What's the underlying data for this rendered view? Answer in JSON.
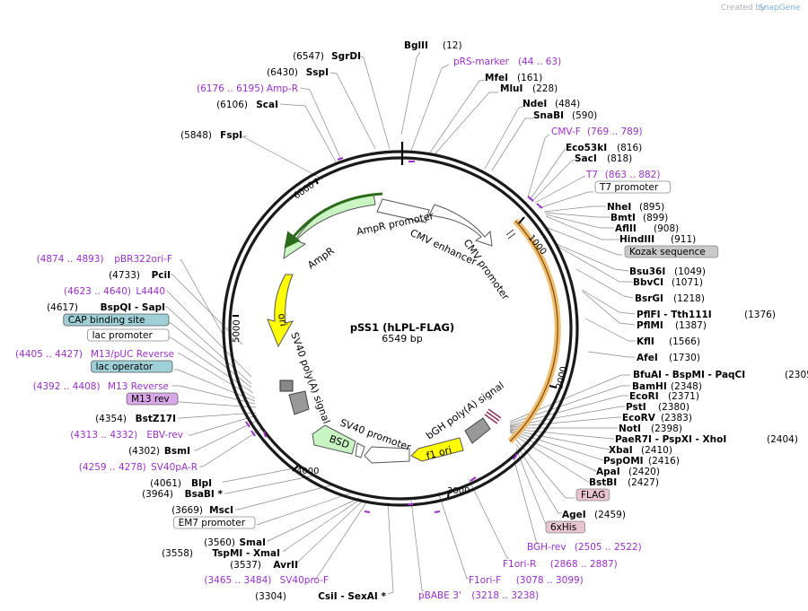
{
  "credit": {
    "prefix": "Created by",
    "brand": "SnapGene"
  },
  "plasmid": {
    "name": "pSS1 (hLPL-FLAG)",
    "size": "6549 bp"
  },
  "ticks": [
    "1000",
    "2000",
    "3000",
    "4000",
    "5000",
    "6000"
  ],
  "features": {
    "ampr_promoter": "AmpR promoter",
    "ampr": "AmpR",
    "ori": "ori",
    "cmv_enhancer": "CMV enhancer",
    "cmv_promoter": "CMV promoter",
    "sv40_polya": "SV40 poly(A) signal",
    "sv40_promoter": "SV40 promoter",
    "bsd": "BSD",
    "bgh_polya": "bGH poly(A) signal",
    "f1_ori": "f1 ori"
  },
  "right_labels": [
    {
      "id": "bglii",
      "name": "BglII",
      "coord": "(12)"
    },
    {
      "id": "prs",
      "name": "pRS-marker",
      "coord": "(44 .. 63)",
      "primer": true
    },
    {
      "id": "mfei",
      "name": "MfeI",
      "coord": "(161)"
    },
    {
      "id": "mlui",
      "name": "MluI",
      "coord": "(228)"
    },
    {
      "id": "ndei",
      "name": "NdeI",
      "coord": "(484)"
    },
    {
      "id": "snabi",
      "name": "SnaBI",
      "coord": "(590)"
    },
    {
      "id": "cmvf",
      "name": "CMV-F",
      "coord": "(769 .. 789)",
      "primer": true
    },
    {
      "id": "eco53ki",
      "name": "Eco53kI",
      "coord": "(816)"
    },
    {
      "id": "saci",
      "name": "SacI",
      "coord": "(818)"
    },
    {
      "id": "t7",
      "name": "T7",
      "coord": "(863 .. 882)",
      "primer": true
    },
    {
      "id": "t7prom",
      "name": "T7 promoter",
      "box": "white"
    },
    {
      "id": "nhei",
      "name": "NheI",
      "coord": "(895)"
    },
    {
      "id": "bmti",
      "name": "BmtI",
      "coord": "(899)"
    },
    {
      "id": "aflii",
      "name": "AflII",
      "coord": "(908)"
    },
    {
      "id": "hindiii",
      "name": "HindIII",
      "coord": "(911)"
    },
    {
      "id": "kozak",
      "name": "Kozak sequence",
      "box": "grey"
    },
    {
      "id": "bsu36i",
      "name": "Bsu36I",
      "coord": "(1049)"
    },
    {
      "id": "bbvci",
      "name": "BbvCI",
      "coord": "(1071)"
    },
    {
      "id": "bsrgi",
      "name": "BsrGI",
      "coord": "(1218)"
    },
    {
      "id": "pflfi",
      "name": "PflFI  - Tth111I",
      "coord": "(1376)"
    },
    {
      "id": "pflmi",
      "name": "PflMI",
      "coord": "(1387)"
    },
    {
      "id": "kfli",
      "name": "KflI",
      "coord": "(1566)"
    },
    {
      "id": "afei",
      "name": "AfeI",
      "coord": "(1730)"
    },
    {
      "id": "bfuai",
      "name": "BfuAI  - BspMI  - PaqCI",
      "coord": "(2305)"
    },
    {
      "id": "bamhi",
      "name": "BamHI",
      "coord": "(2348)"
    },
    {
      "id": "ecori",
      "name": "EcoRI",
      "coord": "(2371)"
    },
    {
      "id": "psti",
      "name": "PstI",
      "coord": "(2380)"
    },
    {
      "id": "ecorv",
      "name": "EcoRV",
      "coord": "(2383)"
    },
    {
      "id": "noti",
      "name": "NotI",
      "coord": "(2398)"
    },
    {
      "id": "paer7i",
      "name": "PaeR7I  - PspXI  - XhoI",
      "coord": "(2404)"
    },
    {
      "id": "xbai",
      "name": "XbaI",
      "coord": "(2410)"
    },
    {
      "id": "pspomi",
      "name": "PspOMI",
      "coord": "(2416)"
    },
    {
      "id": "apai",
      "name": "ApaI",
      "coord": "(2420)"
    },
    {
      "id": "bstbi",
      "name": "BstBI",
      "coord": "(2427)"
    },
    {
      "id": "flag",
      "name": "FLAG",
      "box": "pink"
    },
    {
      "id": "agei",
      "name": "AgeI",
      "coord": "(2459)"
    },
    {
      "id": "his",
      "name": "6xHis",
      "box": "pink"
    },
    {
      "id": "bghrev",
      "name": "BGH-rev",
      "coord": "(2505 .. 2522)",
      "primer": true
    },
    {
      "id": "f1orir",
      "name": "F1ori-R",
      "coord": "(2868 .. 2887)",
      "primer": true
    },
    {
      "id": "f1orif",
      "name": "F1ori-F",
      "coord": "(3078 .. 3099)",
      "primer": true
    },
    {
      "id": "pbabe",
      "name": "pBABE 3'",
      "coord": "(3218 .. 3238)",
      "primer": true
    }
  ],
  "left_labels": [
    {
      "id": "sgrdi",
      "name": "SgrDI",
      "coord": "(6547)"
    },
    {
      "id": "sspi",
      "name": "SspI",
      "coord": "(6430)"
    },
    {
      "id": "ampr_p",
      "name": "Amp-R",
      "coord": "(6176 .. 6195)",
      "primer": true
    },
    {
      "id": "scai",
      "name": "ScaI",
      "coord": "(6106)"
    },
    {
      "id": "fspi",
      "name": "FspI",
      "coord": "(5848)"
    },
    {
      "id": "pbr",
      "name": "pBR322ori-F",
      "coord": "(4874 .. 4893)",
      "primer": true
    },
    {
      "id": "pcii",
      "name": "PciI",
      "coord": "(4733)"
    },
    {
      "id": "l4440",
      "name": "L4440",
      "coord": "(4623 .. 4640)",
      "primer": true
    },
    {
      "id": "bspqi",
      "name": "BspQI  - SapI",
      "coord": "(4617)"
    },
    {
      "id": "cap",
      "name": "CAP binding site",
      "box": "teal"
    },
    {
      "id": "lacprom",
      "name": "lac promoter",
      "box": "white"
    },
    {
      "id": "m13puc",
      "name": "M13/pUC Reverse",
      "coord": "(4405 .. 4427)",
      "primer": true
    },
    {
      "id": "lacop",
      "name": "lac operator",
      "box": "teal"
    },
    {
      "id": "m13r",
      "name": "M13 Reverse",
      "coord": "(4392 .. 4408)",
      "primer": true
    },
    {
      "id": "m13rev",
      "name": "M13 rev",
      "box": "purple"
    },
    {
      "id": "bstz17i",
      "name": "BstZ17I",
      "coord": "(4354)"
    },
    {
      "id": "ebv",
      "name": "EBV-rev",
      "coord": "(4313 .. 4332)",
      "primer": true
    },
    {
      "id": "bsmi",
      "name": "BsmI",
      "coord": "(4302)"
    },
    {
      "id": "sv40pa",
      "name": "SV40pA-R",
      "coord": "(4259 .. 4278)",
      "primer": true
    },
    {
      "id": "blpi",
      "name": "BlpI",
      "coord": "(4061)"
    },
    {
      "id": "bsabi",
      "name": "BsaBI *",
      "coord": "(3964)"
    },
    {
      "id": "msci",
      "name": "MscI",
      "coord": "(3669)"
    },
    {
      "id": "em7",
      "name": "EM7 promoter",
      "box": "white"
    },
    {
      "id": "smai",
      "name": "SmaI",
      "coord": "(3560)"
    },
    {
      "id": "tspmi",
      "name": "TspMI  - XmaI",
      "coord": "(3558)"
    },
    {
      "id": "avrii",
      "name": "AvrII",
      "coord": "(3537)"
    },
    {
      "id": "sv40pro",
      "name": "SV40pro-F",
      "coord": "(3465 .. 3484)",
      "primer": true
    },
    {
      "id": "csii",
      "name": "CsiI  - SexAI *",
      "coord": "(3304)"
    }
  ]
}
